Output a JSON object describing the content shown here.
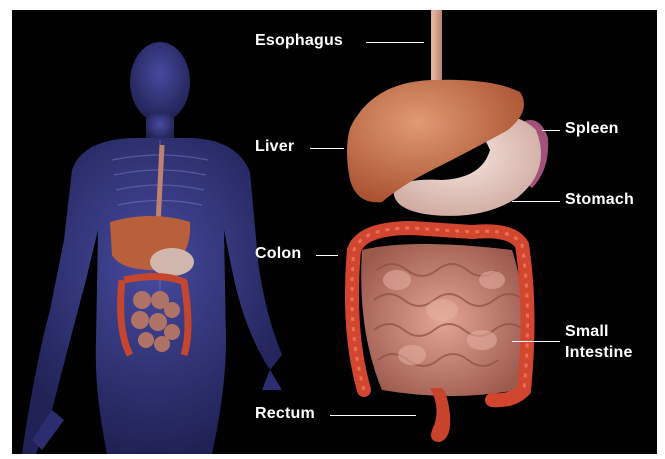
{
  "labels": {
    "esophagus": "Esophagus",
    "liver": "Liver",
    "spleen": "Spleen",
    "stomach": "Stomach",
    "colon": "Colon",
    "small_intestine_line1": "Small",
    "small_intestine_line2": "Intestine",
    "rectum": "Rectum"
  },
  "colors": {
    "background": "#000000",
    "body_silhouette": "#3a3d8c",
    "liver": "#c96a45",
    "stomach": "#e8cfc6",
    "spleen": "#a2527a",
    "colon": "#d2452e",
    "small_intestine": "#c98a7a",
    "esophagus": "#d9a28c",
    "label_text": "#ffffff"
  }
}
